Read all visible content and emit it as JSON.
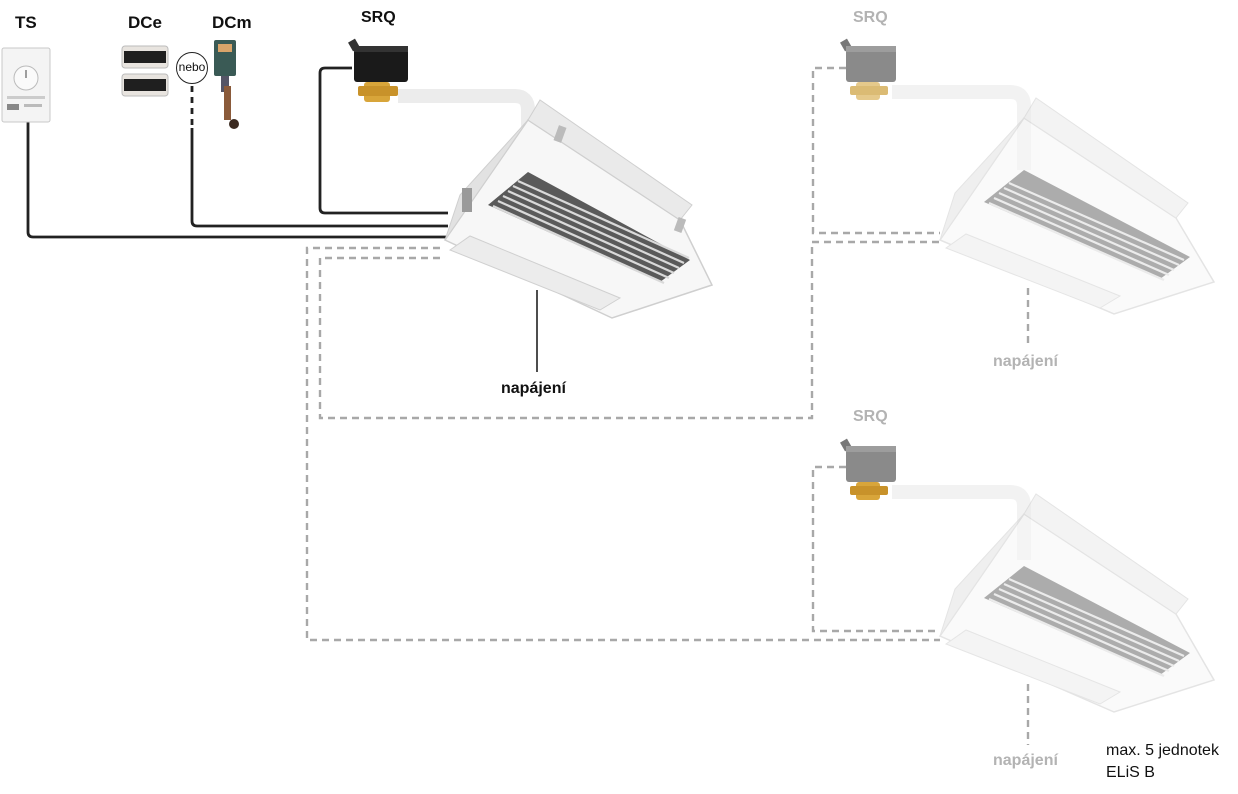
{
  "labels": {
    "ts": "TS",
    "dce": "DCe",
    "dcm": "DCm",
    "srq_main": "SRQ",
    "srq_unit2": "SRQ",
    "srq_unit3": "SRQ",
    "nebo": "nebo",
    "power_main": "napájení",
    "power_unit2": "napájení",
    "power_unit3": "napájení",
    "note_line1": "max. 5 jednotek",
    "note_line2": "ELiS B"
  },
  "colors": {
    "active_wire": "#222222",
    "dashed_wire": "#a8a8a8",
    "grey_label": "#b3b3b3",
    "valve_active": "#1a1a1a",
    "valve_inactive": "#8a8a8a",
    "brass": "#d8a53a",
    "pipe": "#ececec"
  }
}
